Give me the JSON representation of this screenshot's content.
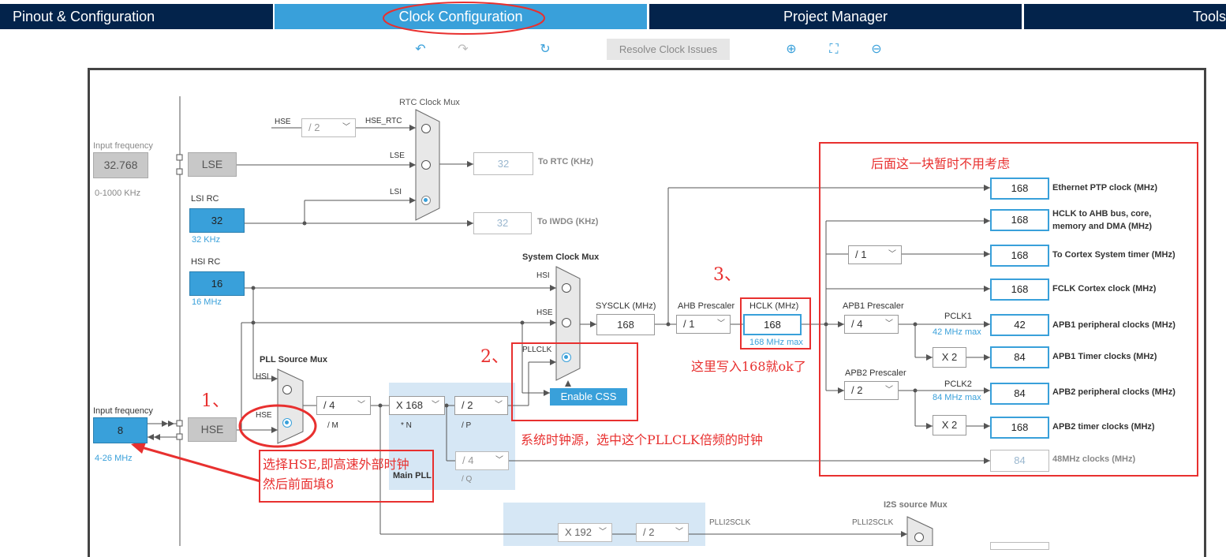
{
  "tabs": {
    "pinout": "Pinout & Configuration",
    "clock": "Clock Configuration",
    "project": "Project Manager",
    "tools": "Tools"
  },
  "toolbar": {
    "resolve_label": "Resolve Clock Issues"
  },
  "lse": {
    "input_freq_label": "Input frequency",
    "input_value": "32.768",
    "range": "0-1000 KHz",
    "label": "LSE"
  },
  "lsi": {
    "label": "LSI RC",
    "value": "32",
    "unit": "32 KHz"
  },
  "hsi": {
    "label": "HSI RC",
    "value": "16",
    "unit": "16 MHz"
  },
  "hse": {
    "input_freq_label": "Input frequency",
    "input_value": "8",
    "range": "4-26 MHz",
    "label": "HSE"
  },
  "rtc_mux": {
    "title": "RTC Clock Mux",
    "hse_in": "HSE",
    "div": "/ 2",
    "hse_rtc": "HSE_RTC",
    "lse": "LSE",
    "lsi": "LSI",
    "rtc_out": "32",
    "rtc_label": "To RTC (KHz)",
    "iwdg_out": "32",
    "iwdg_label": "To IWDG (KHz)"
  },
  "sys_mux": {
    "title": "System Clock Mux",
    "hsi": "HSI",
    "hse": "HSE",
    "pllclk": "PLLCLK",
    "css": "Enable CSS"
  },
  "pll": {
    "src_title": "PLL Source Mux",
    "hsi": "HSI",
    "hse": "HSE",
    "m": "/ 4",
    "m_label": "/ M",
    "n": "X 168",
    "n_label": "* N",
    "p": "/ 2",
    "p_label": "/ P",
    "q": "/ 4",
    "q_label": "/ Q",
    "main_label": "Main PLL"
  },
  "sysclk": {
    "label": "SYSCLK (MHz)",
    "value": "168",
    "ahb_label": "AHB Prescaler",
    "ahb": "/ 1",
    "hclk_label": "HCLK (MHz)",
    "hclk": "168",
    "hclk_max": "168 MHz max"
  },
  "apb": {
    "apb1_label": "APB1 Prescaler",
    "apb1": "/ 4",
    "pclk1": "PCLK1",
    "pclk1_max": "42 MHz max",
    "x2a": "X 2",
    "apb2_label": "APB2 Prescaler",
    "apb2": "/ 2",
    "pclk2": "PCLK2",
    "pclk2_max": "84 MHz max",
    "x2b": "X 2",
    "cortex_div": "/ 1"
  },
  "outputs": [
    {
      "value": "168",
      "label": "Ethernet PTP clock (MHz)"
    },
    {
      "value": "168",
      "label": "HCLK to AHB bus, core,"
    },
    {
      "value": "168",
      "label": "To Cortex System timer (MHz)"
    },
    {
      "value": "168",
      "label": "FCLK Cortex clock (MHz)"
    },
    {
      "value": "42",
      "label": "APB1 peripheral clocks (MHz)"
    },
    {
      "value": "84",
      "label": "APB1 Timer clocks (MHz)"
    },
    {
      "value": "84",
      "label": "APB2 peripheral clocks (MHz)"
    },
    {
      "value": "168",
      "label": "APB2 timer clocks (MHz)"
    },
    {
      "value": "84",
      "label": "48MHz clocks (MHz)"
    }
  ],
  "output_label_line2": "memory and DMA (MHz)",
  "i2s": {
    "title": "I2S source Mux",
    "n": "X 192",
    "r": "/ 2",
    "pll_label": "PLLI2SCLK",
    "mux_label": "PLLI2SCLK"
  },
  "annotations": {
    "step1": "1、",
    "step2": "2、",
    "step3": "3、",
    "note_hse_line1": "选择HSE,即高速外部时钟",
    "note_hse_line2": "然后前面填8",
    "note_pll": "系统时钟源，选中这个PLLCLK倍频的时钟",
    "note_hclk": "这里写入168就ok了",
    "note_right": "后面这一块暂时不用考虑"
  }
}
